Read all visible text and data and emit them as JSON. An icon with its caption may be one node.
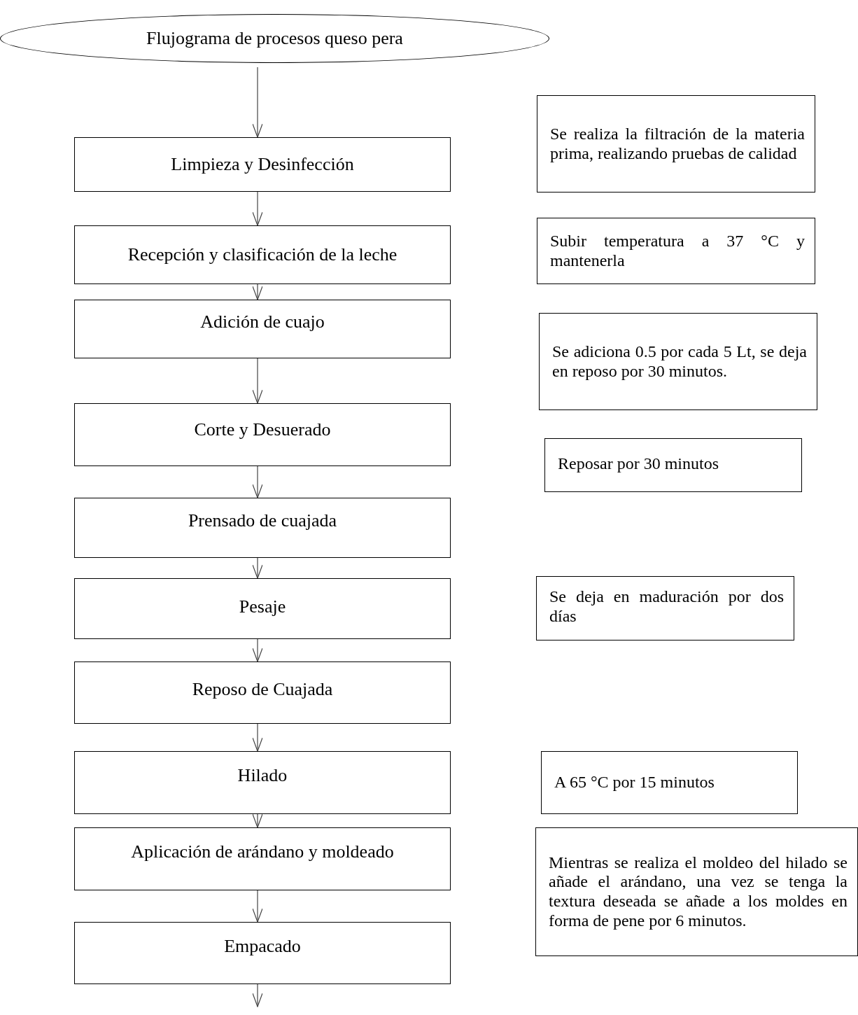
{
  "diagram": {
    "nodes": [
      {
        "text": [
          "Flujograma de procesos queso pera"
        ]
      },
      {
        "text": [
          "Limpieza y Desinfección"
        ]
      },
      {
        "text": [
          "Recepción y clasificación de la leche"
        ]
      },
      {
        "text": [
          "Adición de cuajo"
        ]
      },
      {
        "text": [
          "Corte y Desuerado"
        ]
      },
      {
        "text": [
          "Prensado de cuajada"
        ]
      },
      {
        "text": [
          "Pesaje"
        ]
      },
      {
        "text": [
          "Reposo de Cuajada"
        ]
      },
      {
        "text": [
          "Hilado"
        ]
      },
      {
        "text": [
          "Aplicación de arándano y moldeado"
        ]
      },
      {
        "text": [
          "Empacado"
        ]
      },
      {
        "text": [
          "Se realiza la filtración de la materia prima, realizando pruebas de calidad"
        ]
      },
      {
        "text": [
          "Subir temperatura a 37 °C y mantenerla"
        ]
      },
      {
        "text": [
          "Se adiciona 0.5 por cada 5 Lt, se deja en reposo por 30 minutos."
        ]
      },
      {
        "text": [
          "Reposar por 30 minutos"
        ]
      },
      {
        "text": [
          "Se deja en maduración por dos días"
        ]
      },
      {
        "text": [
          "A 65 °C por 15 minutos"
        ]
      },
      {
        "text": [
          "Mientras se realiza el moldeo del hilado se añade el arándano, una vez se tenga la textura deseada se añade a los moldes en forma de pene por 6 minutos."
        ]
      }
    ],
    "edges": [
      {
        "from": 0,
        "to": 1,
        "arrow": "to"
      },
      {
        "from": 1,
        "to": 2,
        "arrow": "to"
      },
      {
        "from": 2,
        "to": 3,
        "arrow": "to"
      },
      {
        "from": 3,
        "to": 4,
        "arrow": "to"
      },
      {
        "from": 4,
        "to": 5,
        "arrow": "to"
      },
      {
        "from": 5,
        "to": 6,
        "arrow": "to"
      },
      {
        "from": 6,
        "to": 7,
        "arrow": "to"
      },
      {
        "from": 7,
        "to": 8,
        "arrow": "to"
      },
      {
        "from": 8,
        "to": 9,
        "arrow": "to"
      },
      {
        "from": 9,
        "to": 10,
        "arrow": "to"
      },
      {
        "from": 10,
        "to": null,
        "arrow": "to"
      }
    ]
  }
}
